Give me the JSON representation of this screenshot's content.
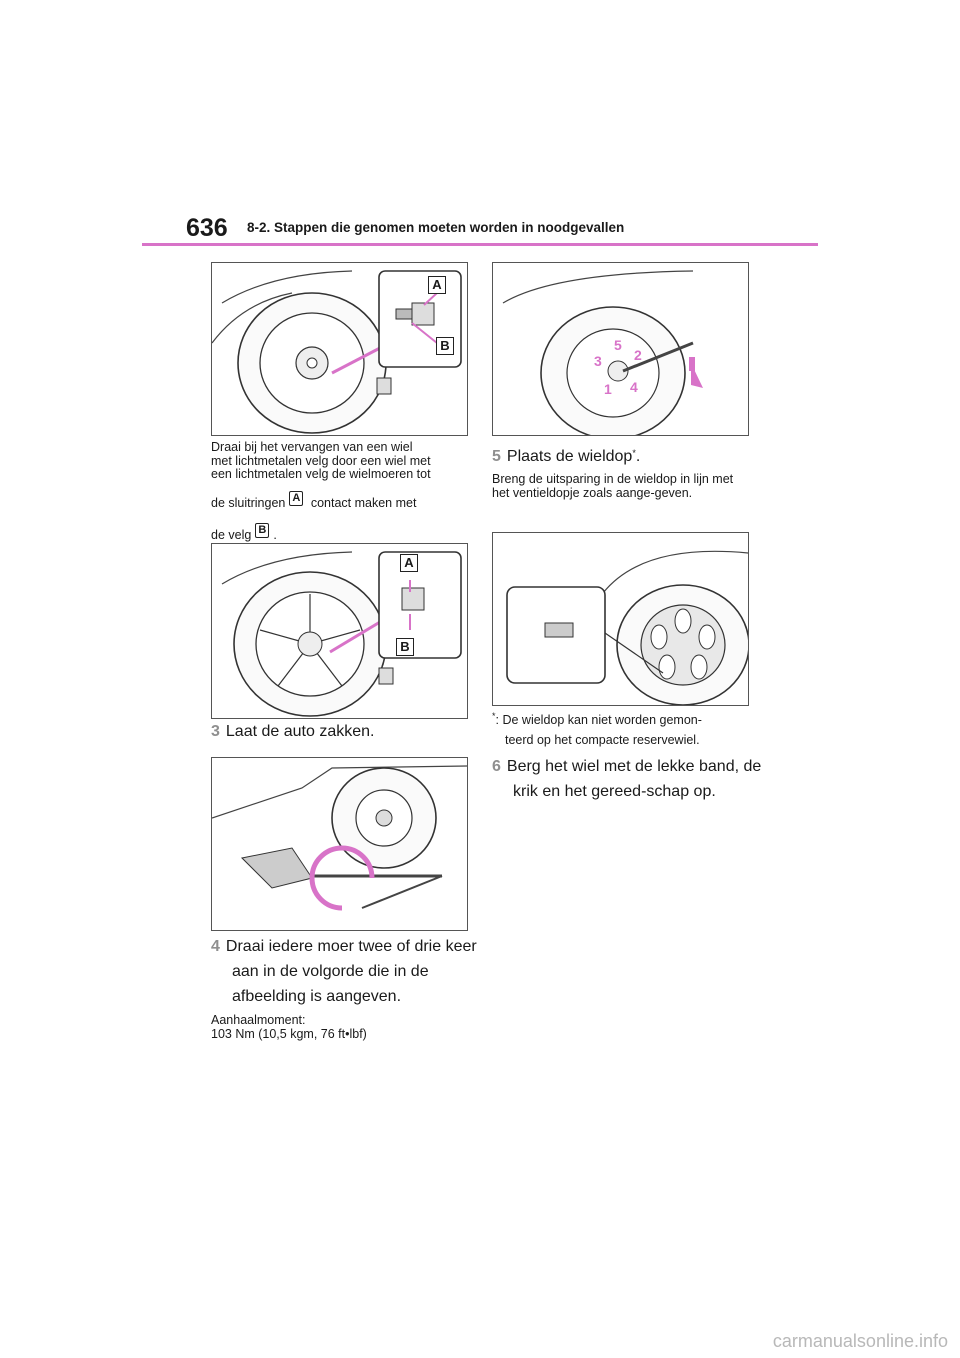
{
  "header": {
    "page_number": "636",
    "section_title": "8-2. Stappen die genomen moeten worden in noodgevallen",
    "accent_color": "#d873c8"
  },
  "figures": {
    "alloy_nut_steel": {
      "callout_a": "A",
      "callout_b": "B"
    },
    "alloy_nut_alloy": {
      "callout_a": "A",
      "callout_b": "B"
    },
    "tighten_order": {
      "numbers": [
        "5",
        "2",
        "3",
        "1",
        "4"
      ]
    }
  },
  "left_column": {
    "note_line1": "Draai bij het vervangen van een wiel",
    "note_line2": "met lichtmetalen velg door een wiel met",
    "note_line3": "een lichtmetalen velg de wielmoeren tot",
    "note_line4_pre": "de sluitringen",
    "note_label_a": "A",
    "note_line4_post": "contact maken met",
    "note_line5_pre": "de velg",
    "note_label_b": "B",
    "note_line5_post": ".",
    "step3_num": "3",
    "step3_text": "Laat de auto zakken.",
    "step4_num": "4",
    "step4_text": "Draai iedere moer twee of drie keer aan in de volgorde die in de afbeelding is aangeven.",
    "torque_label": "Aanhaalmoment:",
    "torque_value": "103 Nm (10,5 kgm, 76 ft•lbf)"
  },
  "right_column": {
    "step5_num": "5",
    "step5_text": "Plaats de wieldop",
    "step5_star": "*",
    "step5_period": ".",
    "step5_note": "Breng de uitsparing in de wieldop in lijn met het ventieldopje zoals aange-geven.",
    "footnote_star": "*",
    "footnote_line1": ": De wieldop kan niet worden gemon-",
    "footnote_line2": "teerd op het compacte reservewiel.",
    "step6_num": "6",
    "step6_text": "Berg het wiel met de lekke band, de krik en het gereed-schap op."
  },
  "watermark": "carmanualsonline.info"
}
